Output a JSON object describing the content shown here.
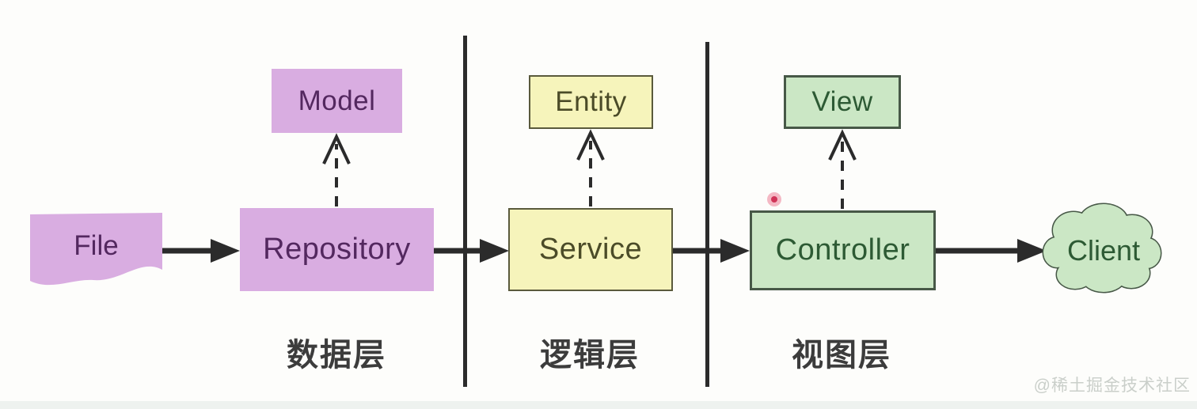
{
  "diagram": {
    "nodes": {
      "file": "File",
      "model": "Model",
      "repository": "Repository",
      "entity": "Entity",
      "service": "Service",
      "view": "View",
      "controller": "Controller",
      "client": "Client"
    },
    "layers": [
      {
        "label": "数据层"
      },
      {
        "label": "逻辑层"
      },
      {
        "label": "视图层"
      }
    ],
    "watermark": "@稀土掘金技术社区"
  },
  "theme": {
    "bg": "#fdfdfb",
    "ink": "#2b2b2b",
    "purple": "#d9ade1",
    "purple-text": "#53285f",
    "yellow": "#f6f4bb",
    "yellow-border": "#5a5a3c",
    "yellow-text": "#4b4b28",
    "green": "#cbe7c5",
    "green-border": "#475847",
    "green-text": "#2d5a34",
    "label": "#3c3c3c",
    "watermark": "#cacfca",
    "dot-outer": "#f0a0b1",
    "dot-core": "#d03458",
    "strip": "#eef2ef"
  }
}
